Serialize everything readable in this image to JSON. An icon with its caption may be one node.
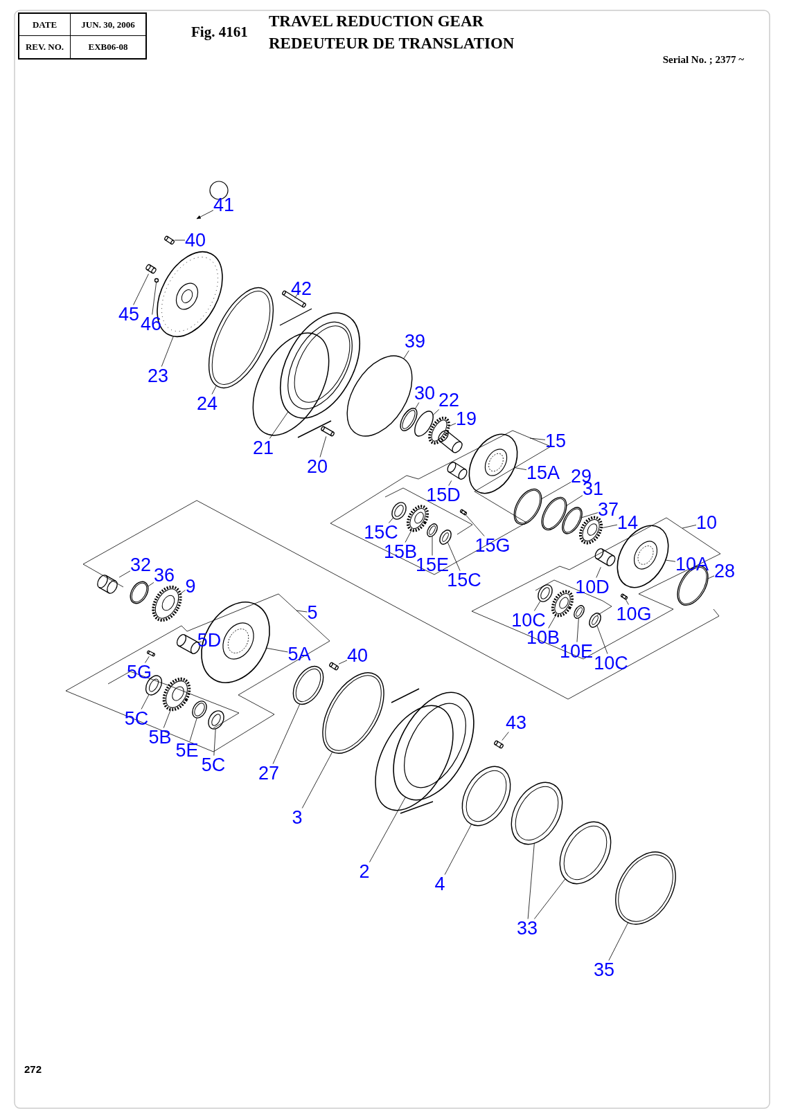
{
  "diagram": {
    "title": "TRAVEL REDUCTION GEAR",
    "nodes": [
      {
        "text": [
          "41"
        ]
      },
      {
        "text": [
          "40"
        ]
      },
      {
        "text": [
          "42"
        ]
      },
      {
        "text": [
          "45"
        ]
      },
      {
        "text": [
          "46"
        ]
      },
      {
        "text": [
          "39"
        ]
      },
      {
        "text": [
          "23"
        ]
      },
      {
        "text": [
          "30"
        ]
      },
      {
        "text": [
          "24"
        ]
      },
      {
        "text": [
          "22"
        ]
      },
      {
        "text": [
          "19"
        ]
      },
      {
        "text": [
          "15"
        ]
      },
      {
        "text": [
          "21"
        ]
      },
      {
        "text": [
          "20"
        ]
      },
      {
        "text": [
          "15A"
        ]
      },
      {
        "text": [
          "29"
        ]
      },
      {
        "text": [
          "15D"
        ]
      },
      {
        "text": [
          "31"
        ]
      },
      {
        "text": [
          "37"
        ]
      },
      {
        "text": [
          "15C"
        ]
      },
      {
        "text": [
          "14"
        ]
      },
      {
        "text": [
          "10"
        ]
      },
      {
        "text": [
          "15G"
        ]
      },
      {
        "text": [
          "15B"
        ]
      },
      {
        "text": [
          "15E"
        ]
      },
      {
        "text": [
          "32"
        ]
      },
      {
        "text": [
          "10A"
        ]
      },
      {
        "text": [
          "15C"
        ]
      },
      {
        "text": [
          "28"
        ]
      },
      {
        "text": [
          "36"
        ]
      },
      {
        "text": [
          "9"
        ]
      },
      {
        "text": [
          "10D"
        ]
      },
      {
        "text": [
          "5"
        ]
      },
      {
        "text": [
          "10G"
        ]
      },
      {
        "text": [
          "10C"
        ]
      },
      {
        "text": [
          "5D"
        ]
      },
      {
        "text": [
          "10B"
        ]
      },
      {
        "text": [
          "10E"
        ]
      },
      {
        "text": [
          "5A"
        ]
      },
      {
        "text": [
          "40"
        ]
      },
      {
        "text": [
          "10C"
        ]
      },
      {
        "text": [
          "5G"
        ]
      },
      {
        "text": [
          "5C"
        ]
      },
      {
        "text": [
          "43"
        ]
      },
      {
        "text": [
          "5B"
        ]
      },
      {
        "text": [
          "5E"
        ]
      },
      {
        "text": [
          "5C"
        ]
      },
      {
        "text": [
          "27"
        ]
      },
      {
        "text": [
          "3"
        ]
      },
      {
        "text": [
          "2"
        ]
      },
      {
        "text": [
          "4"
        ]
      },
      {
        "text": [
          "33"
        ]
      },
      {
        "text": [
          "35"
        ]
      },
      {
        "text": [],
        "shape": "cylinder"
      },
      {
        "text": [],
        "shape": "cylinder"
      },
      {
        "text": [],
        "shape": "circle"
      },
      {
        "text": [],
        "shape": "picture"
      },
      {
        "text": [],
        "shape": "cylinder"
      },
      {
        "text": [],
        "shape": "circle"
      },
      {
        "text": [],
        "shape": "picture"
      },
      {
        "text": [],
        "shape": "cylinder"
      },
      {
        "text": [],
        "shape": "circle"
      },
      {
        "text": [],
        "shape": "circle"
      },
      {
        "text": [],
        "shape": "circle"
      },
      {
        "text": [],
        "shape": "picture"
      },
      {
        "text": [],
        "shape": "picture"
      },
      {
        "text": [],
        "shape": "cylinder"
      },
      {
        "text": [],
        "shape": "circle"
      },
      {
        "text": [],
        "shape": "circle"
      },
      {
        "text": [],
        "shape": "circle"
      },
      {
        "text": [],
        "shape": "circle"
      },
      {
        "text": [],
        "shape": "gear"
      },
      {
        "text": [],
        "shape": "cylinder"
      },
      {
        "text": [],
        "shape": "circle"
      },
      {
        "text": [],
        "shape": "circle"
      },
      {
        "text": [],
        "shape": "gear"
      },
      {
        "text": [],
        "shape": "picture"
      },
      {
        "text": [],
        "shape": "cylinder"
      },
      {
        "text": [],
        "shape": "circle"
      },
      {
        "text": [],
        "shape": "circle"
      },
      {
        "text": [],
        "shape": "gear"
      },
      {
        "text": [],
        "shape": "cylinder"
      },
      {
        "text": [],
        "shape": "circle"
      },
      {
        "text": [],
        "shape": "circle"
      },
      {
        "text": [],
        "shape": "cylinder"
      },
      {
        "text": [],
        "shape": "circle"
      },
      {
        "text": [],
        "shape": "gear"
      },
      {
        "text": [],
        "shape": "picture"
      },
      {
        "text": [],
        "shape": "cylinder"
      },
      {
        "text": [],
        "shape": "cylinder"
      },
      {
        "text": [],
        "shape": "circle"
      },
      {
        "text": [],
        "shape": "gear"
      },
      {
        "text": [],
        "shape": "circle"
      },
      {
        "text": [],
        "shape": "circle"
      },
      {
        "text": [],
        "shape": "circle"
      },
      {
        "text": [],
        "shape": "cylinder"
      },
      {
        "text": [],
        "shape": "circle"
      },
      {
        "text": [],
        "shape": "picture"
      },
      {
        "text": [],
        "shape": "cylinder"
      },
      {
        "text": [],
        "shape": "circle"
      },
      {
        "text": [],
        "shape": "circle"
      },
      {
        "text": [],
        "shape": "circle"
      },
      {
        "text": [],
        "shape": "circle"
      }
    ],
    "edges": [
      {
        "from": 0,
        "to": null,
        "arrow": "to"
      },
      {
        "from": 1,
        "to": 53,
        "arrow": "none"
      },
      {
        "from": 2,
        "to": 57,
        "arrow": "none"
      },
      {
        "from": 3,
        "to": 54,
        "arrow": "none"
      },
      {
        "from": 4,
        "to": 55,
        "arrow": "none"
      },
      {
        "from": 5,
        "to": 61,
        "arrow": "none"
      },
      {
        "from": 6,
        "to": 56,
        "arrow": "none"
      },
      {
        "from": 7,
        "to": 62,
        "arrow": "none"
      },
      {
        "from": 8,
        "to": 58,
        "arrow": "none"
      },
      {
        "from": 9,
        "to": 63,
        "arrow": "none"
      },
      {
        "from": 10,
        "to": 64,
        "arrow": "none"
      },
      {
        "from": 11,
        "to": null,
        "arrow": "none"
      },
      {
        "from": 12,
        "to": 59,
        "arrow": "none"
      },
      {
        "from": 13,
        "to": 60,
        "arrow": "none"
      },
      {
        "from": 14,
        "to": 65,
        "arrow": "none"
      },
      {
        "from": 15,
        "to": 67,
        "arrow": "none"
      },
      {
        "from": 16,
        "to": 66,
        "arrow": "none"
      },
      {
        "from": 17,
        "to": 68,
        "arrow": "none"
      },
      {
        "from": 18,
        "to": 69,
        "arrow": "none"
      },
      {
        "from": 19,
        "to": 70,
        "arrow": "none"
      },
      {
        "from": 20,
        "to": 75,
        "arrow": "none"
      },
      {
        "from": 21,
        "to": null,
        "arrow": "none"
      },
      {
        "from": 22,
        "to": 72,
        "arrow": "none"
      },
      {
        "from": 23,
        "to": 71,
        "arrow": "none"
      },
      {
        "from": 24,
        "to": 73,
        "arrow": "none"
      },
      {
        "from": 25,
        "to": 84,
        "arrow": "none"
      },
      {
        "from": 26,
        "to": 76,
        "arrow": "none"
      },
      {
        "from": 27,
        "to": 74,
        "arrow": "none"
      },
      {
        "from": 28,
        "to": 78,
        "arrow": "none"
      },
      {
        "from": 29,
        "to": 85,
        "arrow": "none"
      },
      {
        "from": 30,
        "to": 86,
        "arrow": "none"
      },
      {
        "from": 31,
        "to": 77,
        "arrow": "none"
      },
      {
        "from": 32,
        "to": null,
        "arrow": "none"
      },
      {
        "from": 33,
        "to": 81,
        "arrow": "none"
      },
      {
        "from": 34,
        "to": 79,
        "arrow": "none"
      },
      {
        "from": 35,
        "to": 88,
        "arrow": "none"
      },
      {
        "from": 36,
        "to": 80,
        "arrow": "none"
      },
      {
        "from": 37,
        "to": 82,
        "arrow": "none"
      },
      {
        "from": 38,
        "to": 87,
        "arrow": "none"
      },
      {
        "from": 39,
        "to": 95,
        "arrow": "none"
      },
      {
        "from": 40,
        "to": 83,
        "arrow": "none"
      },
      {
        "from": 41,
        "to": 89,
        "arrow": "none"
      },
      {
        "from": 42,
        "to": 90,
        "arrow": "none"
      },
      {
        "from": 43,
        "to": 98,
        "arrow": "none"
      },
      {
        "from": 44,
        "to": 91,
        "arrow": "none"
      },
      {
        "from": 45,
        "to": 92,
        "arrow": "none"
      },
      {
        "from": 46,
        "to": 93,
        "arrow": "none"
      },
      {
        "from": 47,
        "to": 94,
        "arrow": "none"
      },
      {
        "from": 48,
        "to": 96,
        "arrow": "none"
      },
      {
        "from": 49,
        "to": 97,
        "arrow": "none"
      },
      {
        "from": 50,
        "to": 99,
        "arrow": "none"
      },
      {
        "from": 51,
        "to": 100,
        "arrow": "none"
      },
      {
        "from": 51,
        "to": 101,
        "arrow": "none"
      },
      {
        "from": 52,
        "to": 102,
        "arrow": "none"
      }
    ],
    "labels": [
      "DATE",
      "JUN. 30, 2006",
      "REV. NO.",
      "EXB06-08",
      "Fig. 4161",
      "REDEUTEUR DE TRANSLATION",
      "Serial No. ; 2377 ~",
      "272"
    ]
  }
}
